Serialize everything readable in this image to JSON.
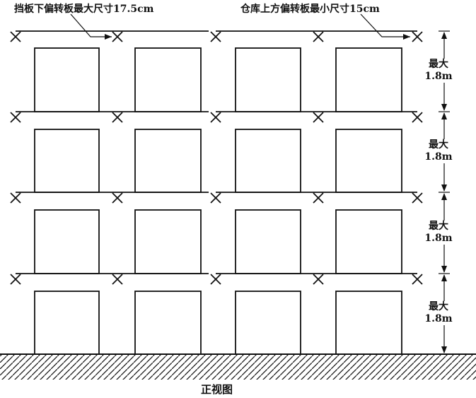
{
  "annotations": {
    "baffle_offset_max": "挡板下偏转板最大尺寸17.5cm",
    "warehouse_offset_min": "仓库上方偏转板最小尺寸15cm"
  },
  "tier_label": {
    "line1": "最大",
    "line2": "1.8m",
    "tier_count": 4
  },
  "caption": "正视图",
  "layout_meta": {
    "columns": 2,
    "boxes_per_column": 2
  }
}
